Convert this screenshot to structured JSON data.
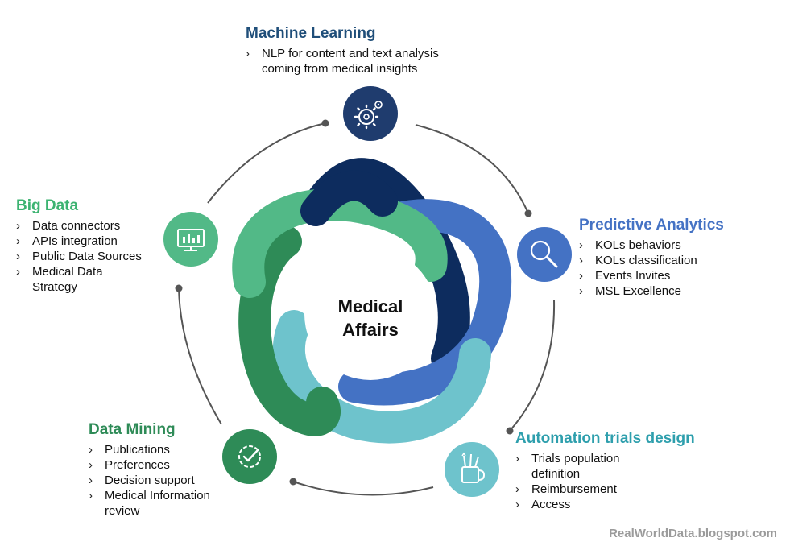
{
  "center": {
    "line1": "Medical",
    "line2": "Affairs"
  },
  "nodes": [
    {
      "key": "ml",
      "title": "Machine Learning",
      "icon": "gears-icon",
      "color": "#1f4e79",
      "items": [
        "NLP for content and text analysis coming from medical insights"
      ]
    },
    {
      "key": "pa",
      "title": "Predictive Analytics",
      "icon": "magnifier-icon",
      "color": "#4472c4",
      "items": [
        "KOLs behaviors",
        "KOLs classification",
        "Events Invites",
        "MSL Excellence"
      ]
    },
    {
      "key": "at",
      "title": "Automation trials design",
      "icon": "pencil-cup-icon",
      "color": "#2e9fad",
      "items": [
        "Trials population definition",
        "Reimbursement",
        "Access"
      ]
    },
    {
      "key": "dm",
      "title": "Data Mining",
      "icon": "gear-check-icon",
      "color": "#2e8b57",
      "items": [
        "Publications",
        "Preferences",
        "Decision support",
        "Medical Information review"
      ]
    },
    {
      "key": "bd",
      "title": "Big Data",
      "icon": "monitor-chart-icon",
      "color": "#3cb371",
      "items": [
        "Data connectors",
        "APIs integration",
        "Public Data Sources",
        "Medical Data Strategy"
      ]
    }
  ],
  "watermark": "RealWorldData.blogspot.com"
}
